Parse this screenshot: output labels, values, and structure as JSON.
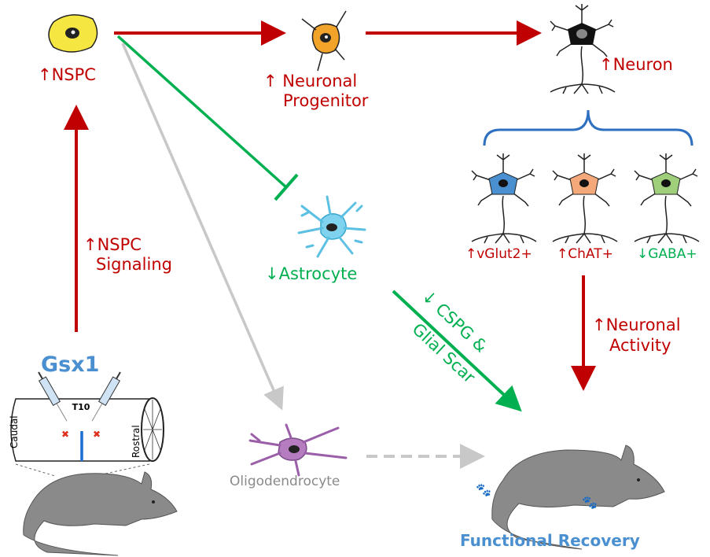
{
  "colors": {
    "increase": "#c00000",
    "decrease": "#00b050",
    "neutral": "#bfbfbf",
    "highlight": "#4a8fd0",
    "brace": "#2f6fc0"
  },
  "nodes": {
    "nspc": "↑NSPC",
    "progenitor_line1": "↑ Neuronal",
    "progenitor_line2": "Progenitor",
    "neuron": "↑Neuron",
    "vglut2": "↑vGlut2+",
    "chat": "↑ChAT+",
    "gaba": "↓GABA+",
    "astrocyte": "↓Astrocyte",
    "oligodendrocyte": "Oligodendrocyte",
    "functional_recovery": "Functional Recovery",
    "gsx1": "Gsx1"
  },
  "edges": {
    "nspc_signaling_line1": "↑NSPC",
    "nspc_signaling_line2": "Signaling",
    "neuronal_activity_line1": "↑Neuronal",
    "neuronal_activity_line2": "Activity",
    "cspg_line1": "↓ CSPG &",
    "cspg_line2": "Glial Scar"
  },
  "spinal_cord": {
    "level": "T10",
    "left_label": "Caudal",
    "right_label": "Rostral"
  }
}
